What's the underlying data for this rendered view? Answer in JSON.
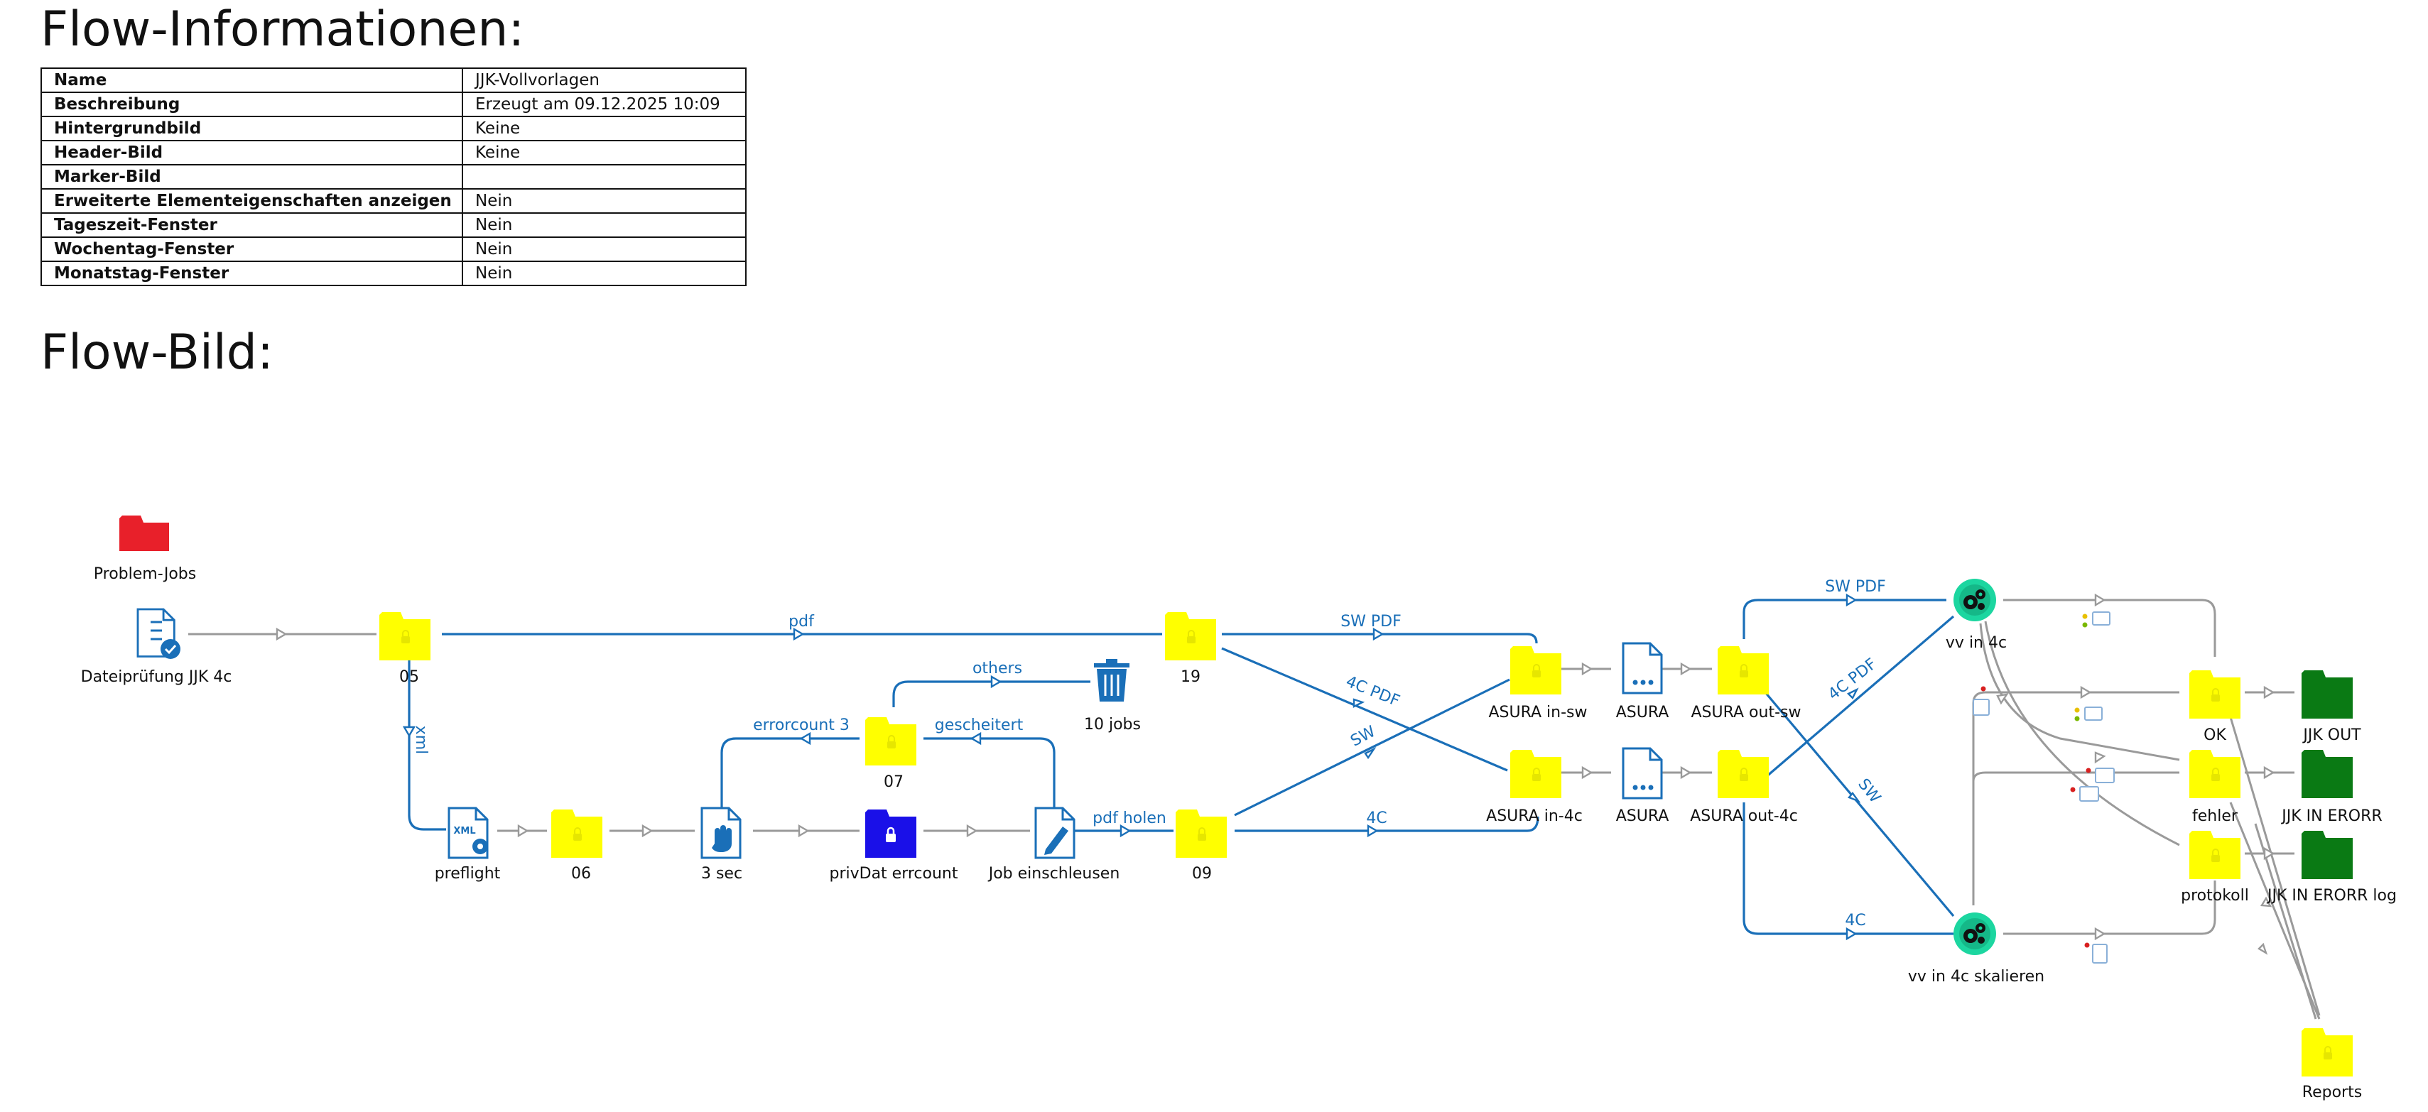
{
  "headings": {
    "info": "Flow-Informationen:",
    "image": "Flow-Bild:"
  },
  "info_rows": [
    {
      "key": "Name",
      "value": "JJK-Vollvorlagen"
    },
    {
      "key": "Beschreibung",
      "value": "Erzeugt am 09.12.2025 10:09"
    },
    {
      "key": "Hintergrundbild",
      "value": "Keine"
    },
    {
      "key": "Header-Bild",
      "value": "Keine"
    },
    {
      "key": "Marker-Bild",
      "value": ""
    },
    {
      "key": "Erweiterte Elementeigenschaften anzeigen",
      "value": "Nein"
    },
    {
      "key": "Tageszeit-Fenster",
      "value": "Nein"
    },
    {
      "key": "Wochentag-Fenster",
      "value": "Nein"
    },
    {
      "key": "Monatstag-Fenster",
      "value": "Nein"
    }
  ],
  "colors": {
    "flow_blue": "#1a6fb8",
    "folder_yellow": "#ffff00",
    "folder_red": "#e8202a",
    "folder_green": "#0a7a14",
    "folder_navy": "#1a10e8",
    "connector_grey": "#9a9a9a"
  },
  "nodes": {
    "problem_jobs": {
      "label": "Problem-Jobs",
      "icon": "red-folder-icon"
    },
    "dateipruefung": {
      "label": "Dateiprüfung JJK 4c",
      "icon": "document-check-icon"
    },
    "f05": {
      "label": "05",
      "icon": "folder-icon"
    },
    "f19": {
      "label": "19",
      "icon": "folder-icon"
    },
    "asura_in_sw": {
      "label": "ASURA in-sw",
      "icon": "folder-icon"
    },
    "asura_app_sw": {
      "label": "ASURA",
      "icon": "app-document-icon"
    },
    "asura_out_sw": {
      "label": "ASURA out-sw",
      "icon": "folder-icon"
    },
    "vv_in_4c": {
      "label": "vv in 4c",
      "icon": "gears-icon"
    },
    "ok": {
      "label": "OK",
      "icon": "folder-icon"
    },
    "jjk_out": {
      "label": "JJK OUT",
      "icon": "green-folder-icon"
    },
    "ten_jobs": {
      "label": "10 jobs",
      "icon": "trash-icon"
    },
    "f07": {
      "label": "07",
      "icon": "folder-icon"
    },
    "preflight": {
      "label": "preflight",
      "icon": "xml-gear-icon"
    },
    "f06": {
      "label": "06",
      "icon": "folder-icon"
    },
    "sec3": {
      "label": "3 sec",
      "icon": "hand-document-icon"
    },
    "privdat": {
      "label": "privDat errcount",
      "icon": "navy-folder-icon"
    },
    "einschleusen": {
      "label": "Job einschleusen",
      "icon": "pen-document-icon"
    },
    "f09": {
      "label": "09",
      "icon": "folder-icon"
    },
    "asura_in_4c": {
      "label": "ASURA in-4c",
      "icon": "folder-icon"
    },
    "asura_app_4c": {
      "label": "ASURA",
      "icon": "app-document-icon"
    },
    "asura_out_4c": {
      "label": "ASURA out-4c",
      "icon": "folder-icon"
    },
    "fehler": {
      "label": "fehler",
      "icon": "folder-icon"
    },
    "jjk_in_erorr": {
      "label": "JJK IN ERORR",
      "icon": "green-folder-icon"
    },
    "protokoll": {
      "label": "protokoll",
      "icon": "folder-icon"
    },
    "jjk_in_erorr_log": {
      "label": "JJK IN ERORR log",
      "icon": "green-folder-icon"
    },
    "vv_in_4c_skal": {
      "label": "vv in 4c skalieren",
      "icon": "gears-icon"
    },
    "reports": {
      "label": "Reports",
      "icon": "folder-icon"
    }
  },
  "edge_labels": {
    "pdf": "pdf",
    "xml": "xml",
    "sw_pdf_top": "SW PDF",
    "c4_pdf": "4C PDF",
    "sw": "SW",
    "c4": "4C",
    "others": "others",
    "errorcount3": "errorcount 3",
    "gescheitert": "gescheitert",
    "pdf_holen": "pdf holen",
    "sw_pdf_right": "SW PDF",
    "c4_pdf_right": "4C PDF",
    "sw_right": "SW",
    "c4_right": "4C"
  }
}
